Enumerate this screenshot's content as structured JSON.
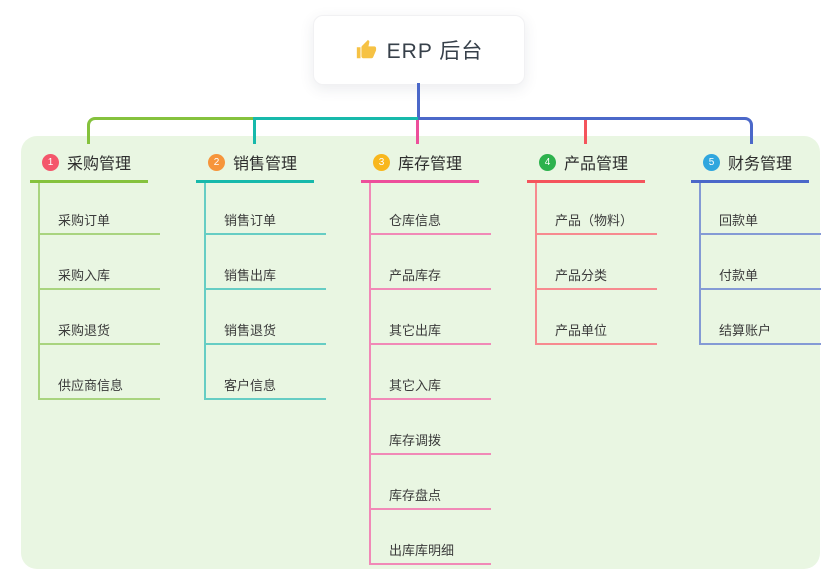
{
  "root": {
    "label": "ERP 后台",
    "icon": "thumbs-up",
    "icon_color": "#f6c244"
  },
  "panel": {
    "background": "#e9f6e2"
  },
  "connector": {
    "root_stem_color": "#4b68c9"
  },
  "branches": [
    {
      "number": "1",
      "label": "采购管理",
      "badge_color": "#f4566b",
      "line_color": "#85c23d",
      "child_line_color": "#a9d47f",
      "children": [
        "采购订单",
        "采购入库",
        "采购退货",
        "供应商信息"
      ]
    },
    {
      "number": "2",
      "label": "销售管理",
      "badge_color": "#f6953b",
      "line_color": "#17b9ab",
      "child_line_color": "#66cdc4",
      "children": [
        "销售订单",
        "销售出库",
        "销售退货",
        "客户信息"
      ]
    },
    {
      "number": "3",
      "label": "库存管理",
      "badge_color": "#f8b71d",
      "line_color": "#ed4f9b",
      "child_line_color": "#f189b7",
      "children": [
        "仓库信息",
        "产品库存",
        "其它出库",
        "其它入库",
        "库存调拨",
        "库存盘点",
        "出库库明细"
      ]
    },
    {
      "number": "4",
      "label": "产品管理",
      "badge_color": "#2db24d",
      "line_color": "#f4545c",
      "child_line_color": "#f78a8f",
      "children": [
        "产品（物料）",
        "产品分类",
        "产品单位"
      ]
    },
    {
      "number": "5",
      "label": "财务管理",
      "badge_color": "#30a6de",
      "line_color": "#4b68c9",
      "child_line_color": "#849ad5",
      "children": [
        "回款单",
        "付款单",
        "结算账户"
      ]
    }
  ]
}
